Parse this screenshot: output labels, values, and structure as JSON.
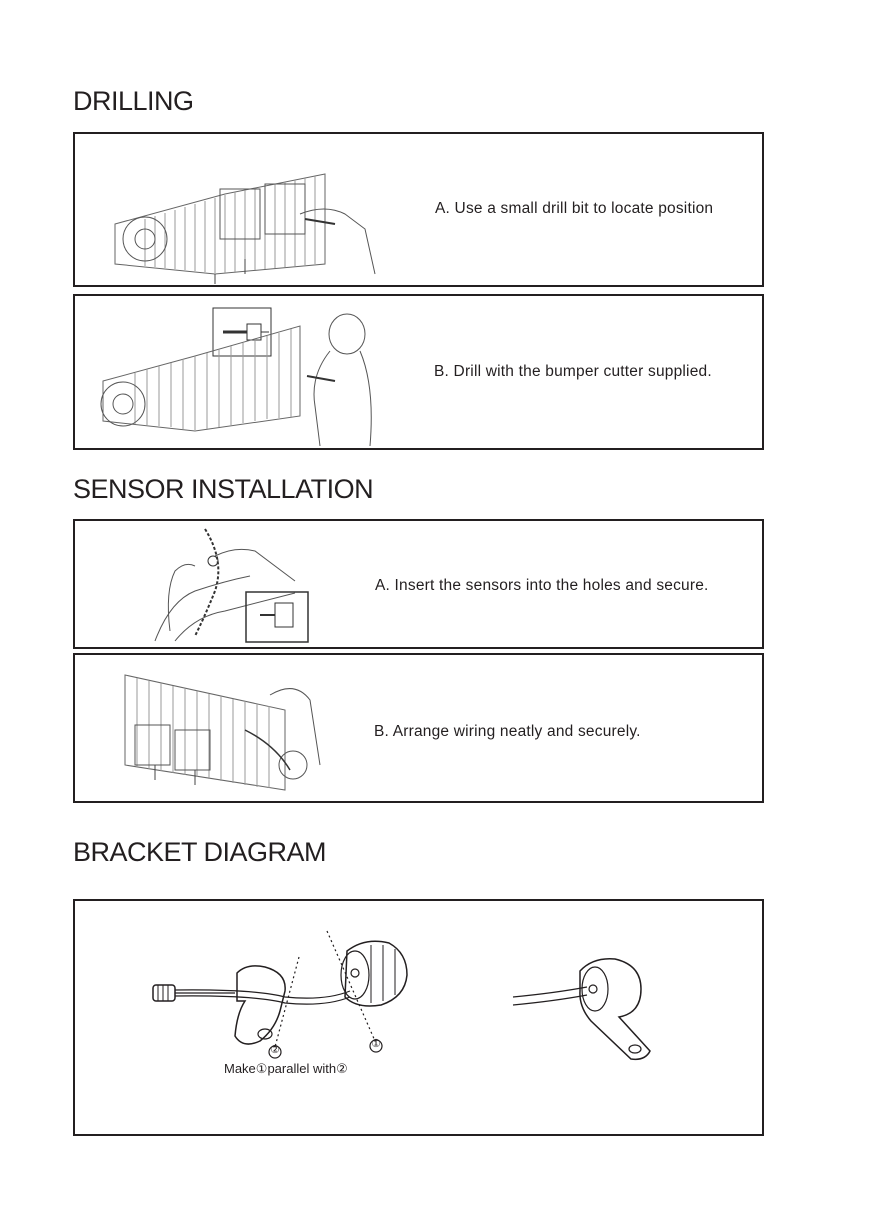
{
  "sections": {
    "drilling": {
      "title": "DRILLING",
      "step_a": "A. Use a small drill bit to locate position",
      "step_b": "B. Drill with the bumper cutter supplied."
    },
    "sensor_installation": {
      "title": "SENSOR INSTALLATION",
      "step_a": "A. Insert the sensors into the holes and secure.",
      "step_b": "B. Arrange wiring neatly and securely."
    },
    "bracket_diagram": {
      "title": "BRACKET DIAGRAM",
      "label_1": "①",
      "label_2": "②",
      "note_prefix": "Make",
      "note_middle": "parallel with",
      "note_num_1": "①",
      "note_num_2": "②"
    }
  }
}
